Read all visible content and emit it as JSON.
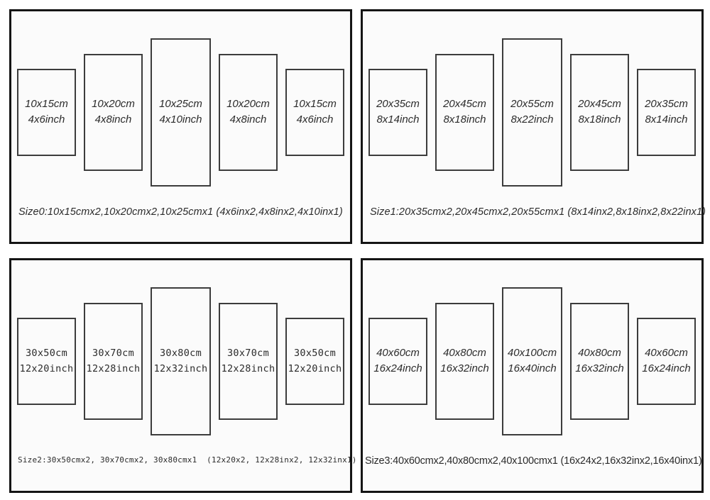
{
  "colors": {
    "page-bg": "#ffffff",
    "panel-bg": "#fbfbfb",
    "panel-border": "#151515",
    "rect-border": "#3c3c3c",
    "text": "#2b2b2b"
  },
  "panels": [
    {
      "id": "size0",
      "rects": [
        {
          "cm": "10x15cm",
          "inch": "4x6inch"
        },
        {
          "cm": "10x20cm",
          "inch": "4x8inch"
        },
        {
          "cm": "10x25cm",
          "inch": "4x10inch"
        },
        {
          "cm": "10x20cm",
          "inch": "4x8inch"
        },
        {
          "cm": "10x15cm",
          "inch": "4x6inch"
        }
      ],
      "caption": "Size0:10x15cmx2,10x20cmx2,10x25cmx1 (4x6inx2,4x8inx2,4x10inx1)"
    },
    {
      "id": "size1",
      "rects": [
        {
          "cm": "20x35cm",
          "inch": "8x14inch"
        },
        {
          "cm": "20x45cm",
          "inch": "8x18inch"
        },
        {
          "cm": "20x55cm",
          "inch": "8x22inch"
        },
        {
          "cm": "20x45cm",
          "inch": "8x18inch"
        },
        {
          "cm": "20x35cm",
          "inch": "8x14inch"
        }
      ],
      "caption": "Size1:20x35cmx2,20x45cmx2,20x55cmx1 (8x14inx2,8x18inx2,8x22inx1)"
    },
    {
      "id": "size2",
      "rects": [
        {
          "cm": "30x50cm",
          "inch": "12x20inch"
        },
        {
          "cm": "30x70cm",
          "inch": "12x28inch"
        },
        {
          "cm": "30x80cm",
          "inch": "12x32inch"
        },
        {
          "cm": "30x70cm",
          "inch": "12x28inch"
        },
        {
          "cm": "30x50cm",
          "inch": "12x20inch"
        }
      ],
      "caption": "Size2:30x50cmx2, 30x70cmx2, 30x80cmx1  (12x20x2, 12x28inx2, 12x32inx1)"
    },
    {
      "id": "size3",
      "rects": [
        {
          "cm": "40x60cm",
          "inch": "16x24inch"
        },
        {
          "cm": "40x80cm",
          "inch": "16x32inch"
        },
        {
          "cm": "40x100cm",
          "inch": "16x40inch"
        },
        {
          "cm": "40x80cm",
          "inch": "16x32inch"
        },
        {
          "cm": "40x60cm",
          "inch": "16x24inch"
        }
      ],
      "caption": "Size3:40x60cmx2,40x80cmx2,40x100cmx1 (16x24x2,16x32inx2,16x40inx1)"
    }
  ]
}
